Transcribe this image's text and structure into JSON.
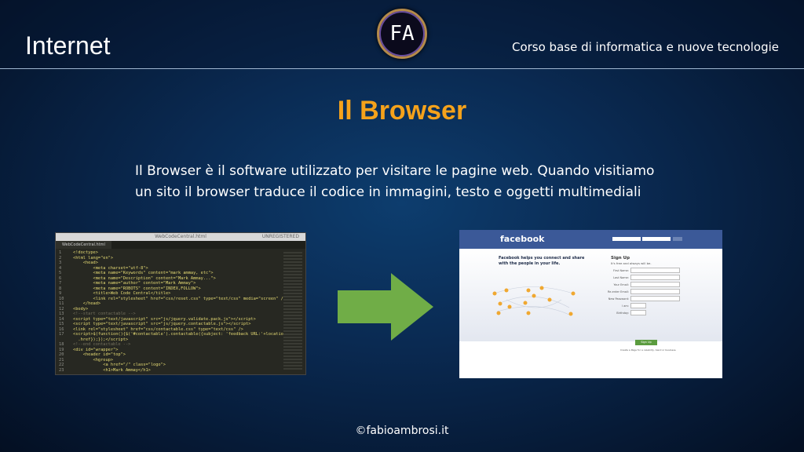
{
  "header": {
    "title": "Internet",
    "course": "Corso base di informatica e nuove tecnologie",
    "logo_text": "FA"
  },
  "slide": {
    "title": "Il Browser",
    "paragraph": [
      "Il Browser è il software utilizzato per visitare le pagine web. Quando visitiamo",
      "un sito il browser traduce il codice in immagini, testo e oggetti multimediali"
    ]
  },
  "code_screenshot": {
    "window_title": "WebCodeCentral.html",
    "status": "UNREGISTERED",
    "tab": "WebCodeCentral.html",
    "lines": [
      "<!doctype>",
      "<html lang=\"en\">",
      "    <head>",
      "        <meta charset=\"utf-8\">",
      "        <meta name=\"Keywords\" content=\"mark ammay, etc\">",
      "        <meta name=\"Description\" content=\"Mark Ammay...\">",
      "        <meta name=\"author\" content=\"Mark Ammay\">",
      "        <meta name=\"ROBOTS\" content=\"INDEX,FOLLOW\">",
      "        <title>Web Code Central</title>",
      "        <link rel=\"stylesheet\" href=\"css/reset.css\" type=\"text/css\" media=\"screen\" />",
      "    </head>",
      "<body>",
      "<!--start contactable -->",
      "<script type=\"text/javascript\" src=\"js/jquery.validate.pack.js\"></script>",
      "<script type=\"text/javascript\" src=\"js/jquery.contactable.js\"></script>",
      "<link rel=\"stylesheet\" href=\"css/contactable.css\" type=\"text/css\" />",
      "<script>$(function(){$('#contactable').contactable({subject: 'feedback URL:'+location",
      "  .href});});</script>",
      "<!--end contactable -->",
      "<div id=\"wrapper\">",
      "    <header id=\"top\">",
      "        <hgroup>",
      "            <a href=\"/\" class=\"logo\">",
      "            <h1>Mark Ammay</h1>"
    ],
    "line_numbers": [
      "1",
      "2",
      "3",
      "4",
      "5",
      "6",
      "7",
      "8",
      "9",
      "10",
      "11",
      "12",
      "13",
      "14",
      "15",
      "16",
      "17",
      "",
      "18",
      "19",
      "20",
      "21",
      "22",
      "23"
    ]
  },
  "facebook_screenshot": {
    "brand": "facebook",
    "tagline": "Facebook helps you connect and share with the people in your life.",
    "signup_title": "Sign Up",
    "signup_sub": "It's free and always will be.",
    "fields": [
      "First Name:",
      "Last Name:",
      "Your Email:",
      "Re-enter Email:",
      "New Password:",
      "I am:",
      "Birthday:"
    ],
    "button": "Sign Up",
    "create_page": "Create a Page for a celebrity, band or business.",
    "brand_color": "#3b5998"
  },
  "arrow": {
    "icon": "arrow-right-icon",
    "color": "#70ad47"
  },
  "footer": {
    "text": "©fabioambrosi.it"
  }
}
